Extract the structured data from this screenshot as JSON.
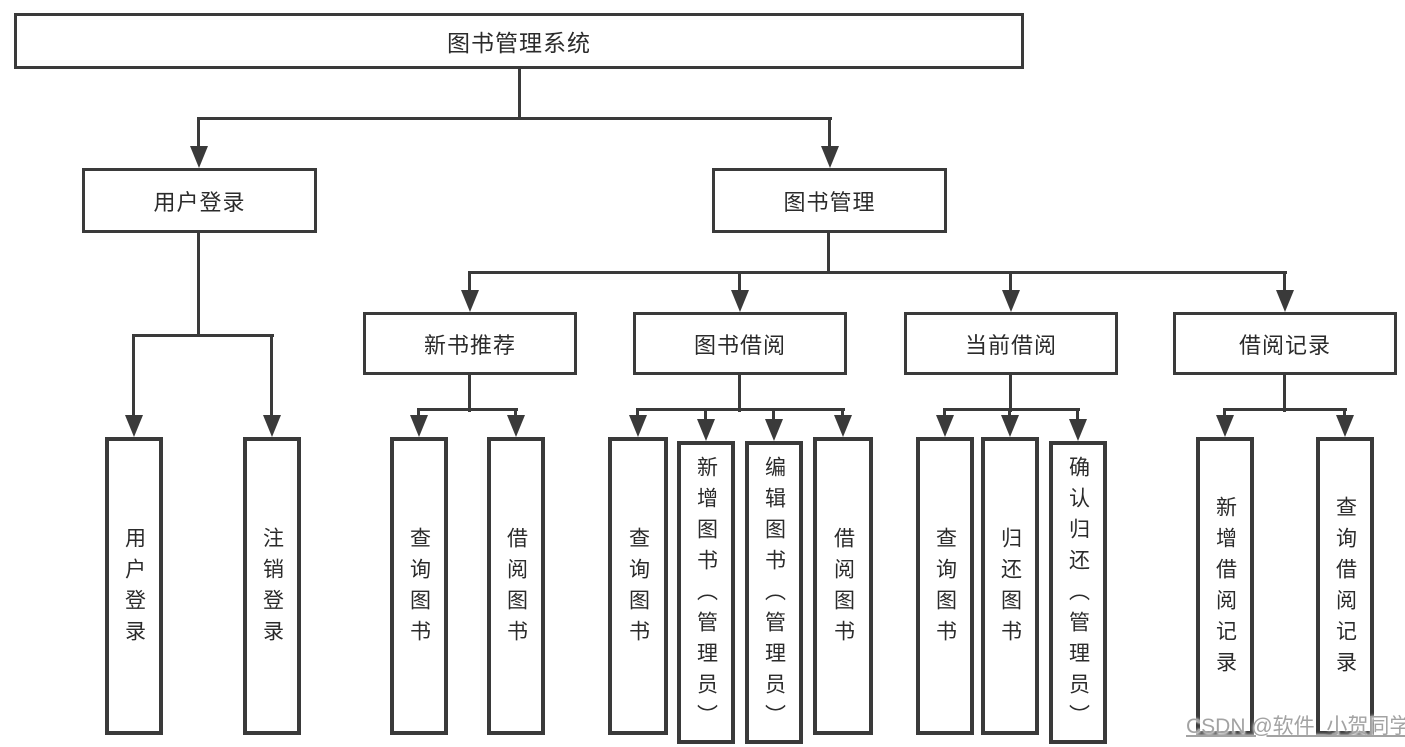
{
  "diagram": {
    "root": {
      "label": "图书管理系统"
    },
    "branches": [
      {
        "label": "用户登录",
        "children": [
          {
            "label": "用户登录"
          },
          {
            "label": "注销登录"
          }
        ]
      },
      {
        "label": "图书管理",
        "children": [
          {
            "label": "新书推荐",
            "children": [
              {
                "label": "查询图书"
              },
              {
                "label": "借阅图书"
              }
            ]
          },
          {
            "label": "图书借阅",
            "children": [
              {
                "label": "查询图书"
              },
              {
                "label": "新增图书（管理员）"
              },
              {
                "label": "编辑图书（管理员）"
              },
              {
                "label": "借阅图书"
              }
            ]
          },
          {
            "label": "当前借阅",
            "children": [
              {
                "label": "查询图书"
              },
              {
                "label": "归还图书"
              },
              {
                "label": "确认归还（管理员）"
              }
            ]
          },
          {
            "label": "借阅记录",
            "children": [
              {
                "label": "新增借阅记录"
              },
              {
                "label": "查询借阅记录"
              }
            ]
          }
        ]
      }
    ],
    "watermark": "CSDN @软件_小贺同学",
    "colors": {
      "line": "#3a3a3a",
      "text": "#2b2b2b",
      "background": "#ffffff",
      "watermark": "#a3a3a3"
    }
  }
}
